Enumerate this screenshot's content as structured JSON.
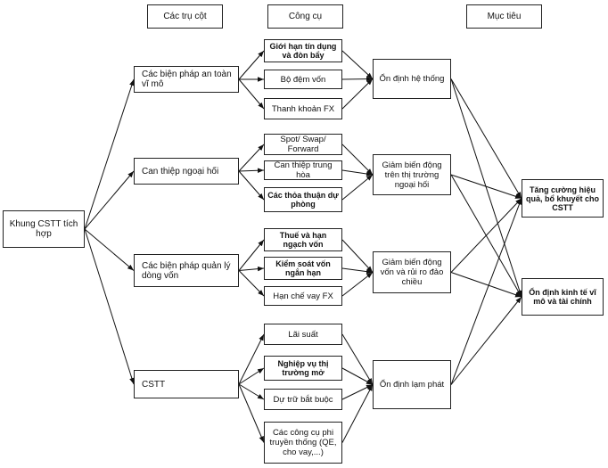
{
  "headers": {
    "pillars": "Các trụ cột",
    "tools": "Công cụ",
    "objectives": "Mục tiêu"
  },
  "root": "Khung CSTT tích hợp",
  "pillars": [
    "Các biện pháp an toàn vĩ mô",
    "Can thiệp ngoại hối",
    "Các biện pháp quản lý dòng vốn",
    "CSTT"
  ],
  "tools": [
    "Giới hạn tín dụng và đòn bẩy",
    "Bộ đệm vốn",
    "Thanh khoản FX",
    "Spot/ Swap/ Forward",
    "Can thiệp trung hòa",
    "Các thỏa thuận dự phòng",
    "Thuế và hạn ngạch vốn",
    "Kiểm soát vốn ngắn hạn",
    "Hạn chế vay FX",
    "Lãi suất",
    "Nghiệp vụ thị trường mở",
    "Dự trữ bắt buộc",
    "Các công cụ phi truyền thống (QE, cho vay,...)"
  ],
  "intermediate_goals": [
    "Ổn định hệ thống",
    "Giảm biến động trên thị trường ngoại hối",
    "Giảm biến động vốn và rủi ro đảo chiều",
    "Ổn định lạm phát"
  ],
  "final_goals": [
    "Tăng cường hiệu quả, bổ khuyết cho CSTT",
    "Ổn định kinh tế vĩ mô và tài chính"
  ]
}
